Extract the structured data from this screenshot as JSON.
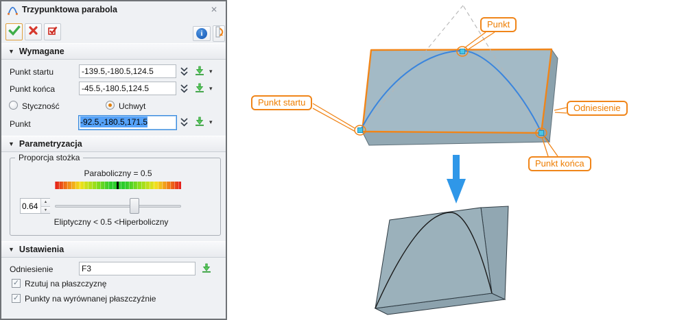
{
  "icons": {
    "close": "✕",
    "collapse": "▼",
    "dropdown": "▾",
    "spin_up": "▲",
    "spin_down": "▼",
    "checkbox_check": "✓",
    "info": "i"
  },
  "colors": {
    "accent_orange": "#f08519",
    "selection_blue": "#55a2f8",
    "curve_blue": "#3a85dd",
    "arrow_blue": "#2f97e8",
    "block_fill": "#9fb6c2",
    "ok_green": "#3fae49",
    "cancel_red": "#d6392e"
  },
  "dialog": {
    "title": "Trzypunktowa parabola",
    "sections": {
      "required": {
        "header": "Wymagane",
        "start": {
          "label": "Punkt startu",
          "value": "-139.5,-180.5,124.5"
        },
        "end": {
          "label": "Punkt końca",
          "value": "-45.5,-180.5,124.5"
        },
        "point": {
          "label": "Punkt",
          "value": "-92.5,-180.5,171.5"
        },
        "radio_tangency": {
          "label": "Styczność",
          "checked": false
        },
        "radio_handle": {
          "label": "Uchwyt",
          "checked": true
        }
      },
      "parameterization": {
        "header": "Parametryzacja",
        "group_label": "Proporcja stożka",
        "parabolic_label": "Paraboliczny = 0.5",
        "ratio_value": "0.64",
        "range_label": "Eliptyczny < 0.5 <Hiperboliczny"
      },
      "settings": {
        "header": "Ustawienia",
        "reference": {
          "label": "Odniesienie",
          "value": "F3"
        },
        "checkbox_project": {
          "label": "Rzutuj na płaszczyznę",
          "checked": true
        },
        "checkbox_points": {
          "label": "Punkty na wyrównanej płaszczyźnie",
          "checked": true
        }
      }
    }
  },
  "illustration": {
    "callouts": {
      "point": "Punkt",
      "start": "Punkt startu",
      "reference": "Odniesienie",
      "end": "Punkt końca"
    }
  }
}
